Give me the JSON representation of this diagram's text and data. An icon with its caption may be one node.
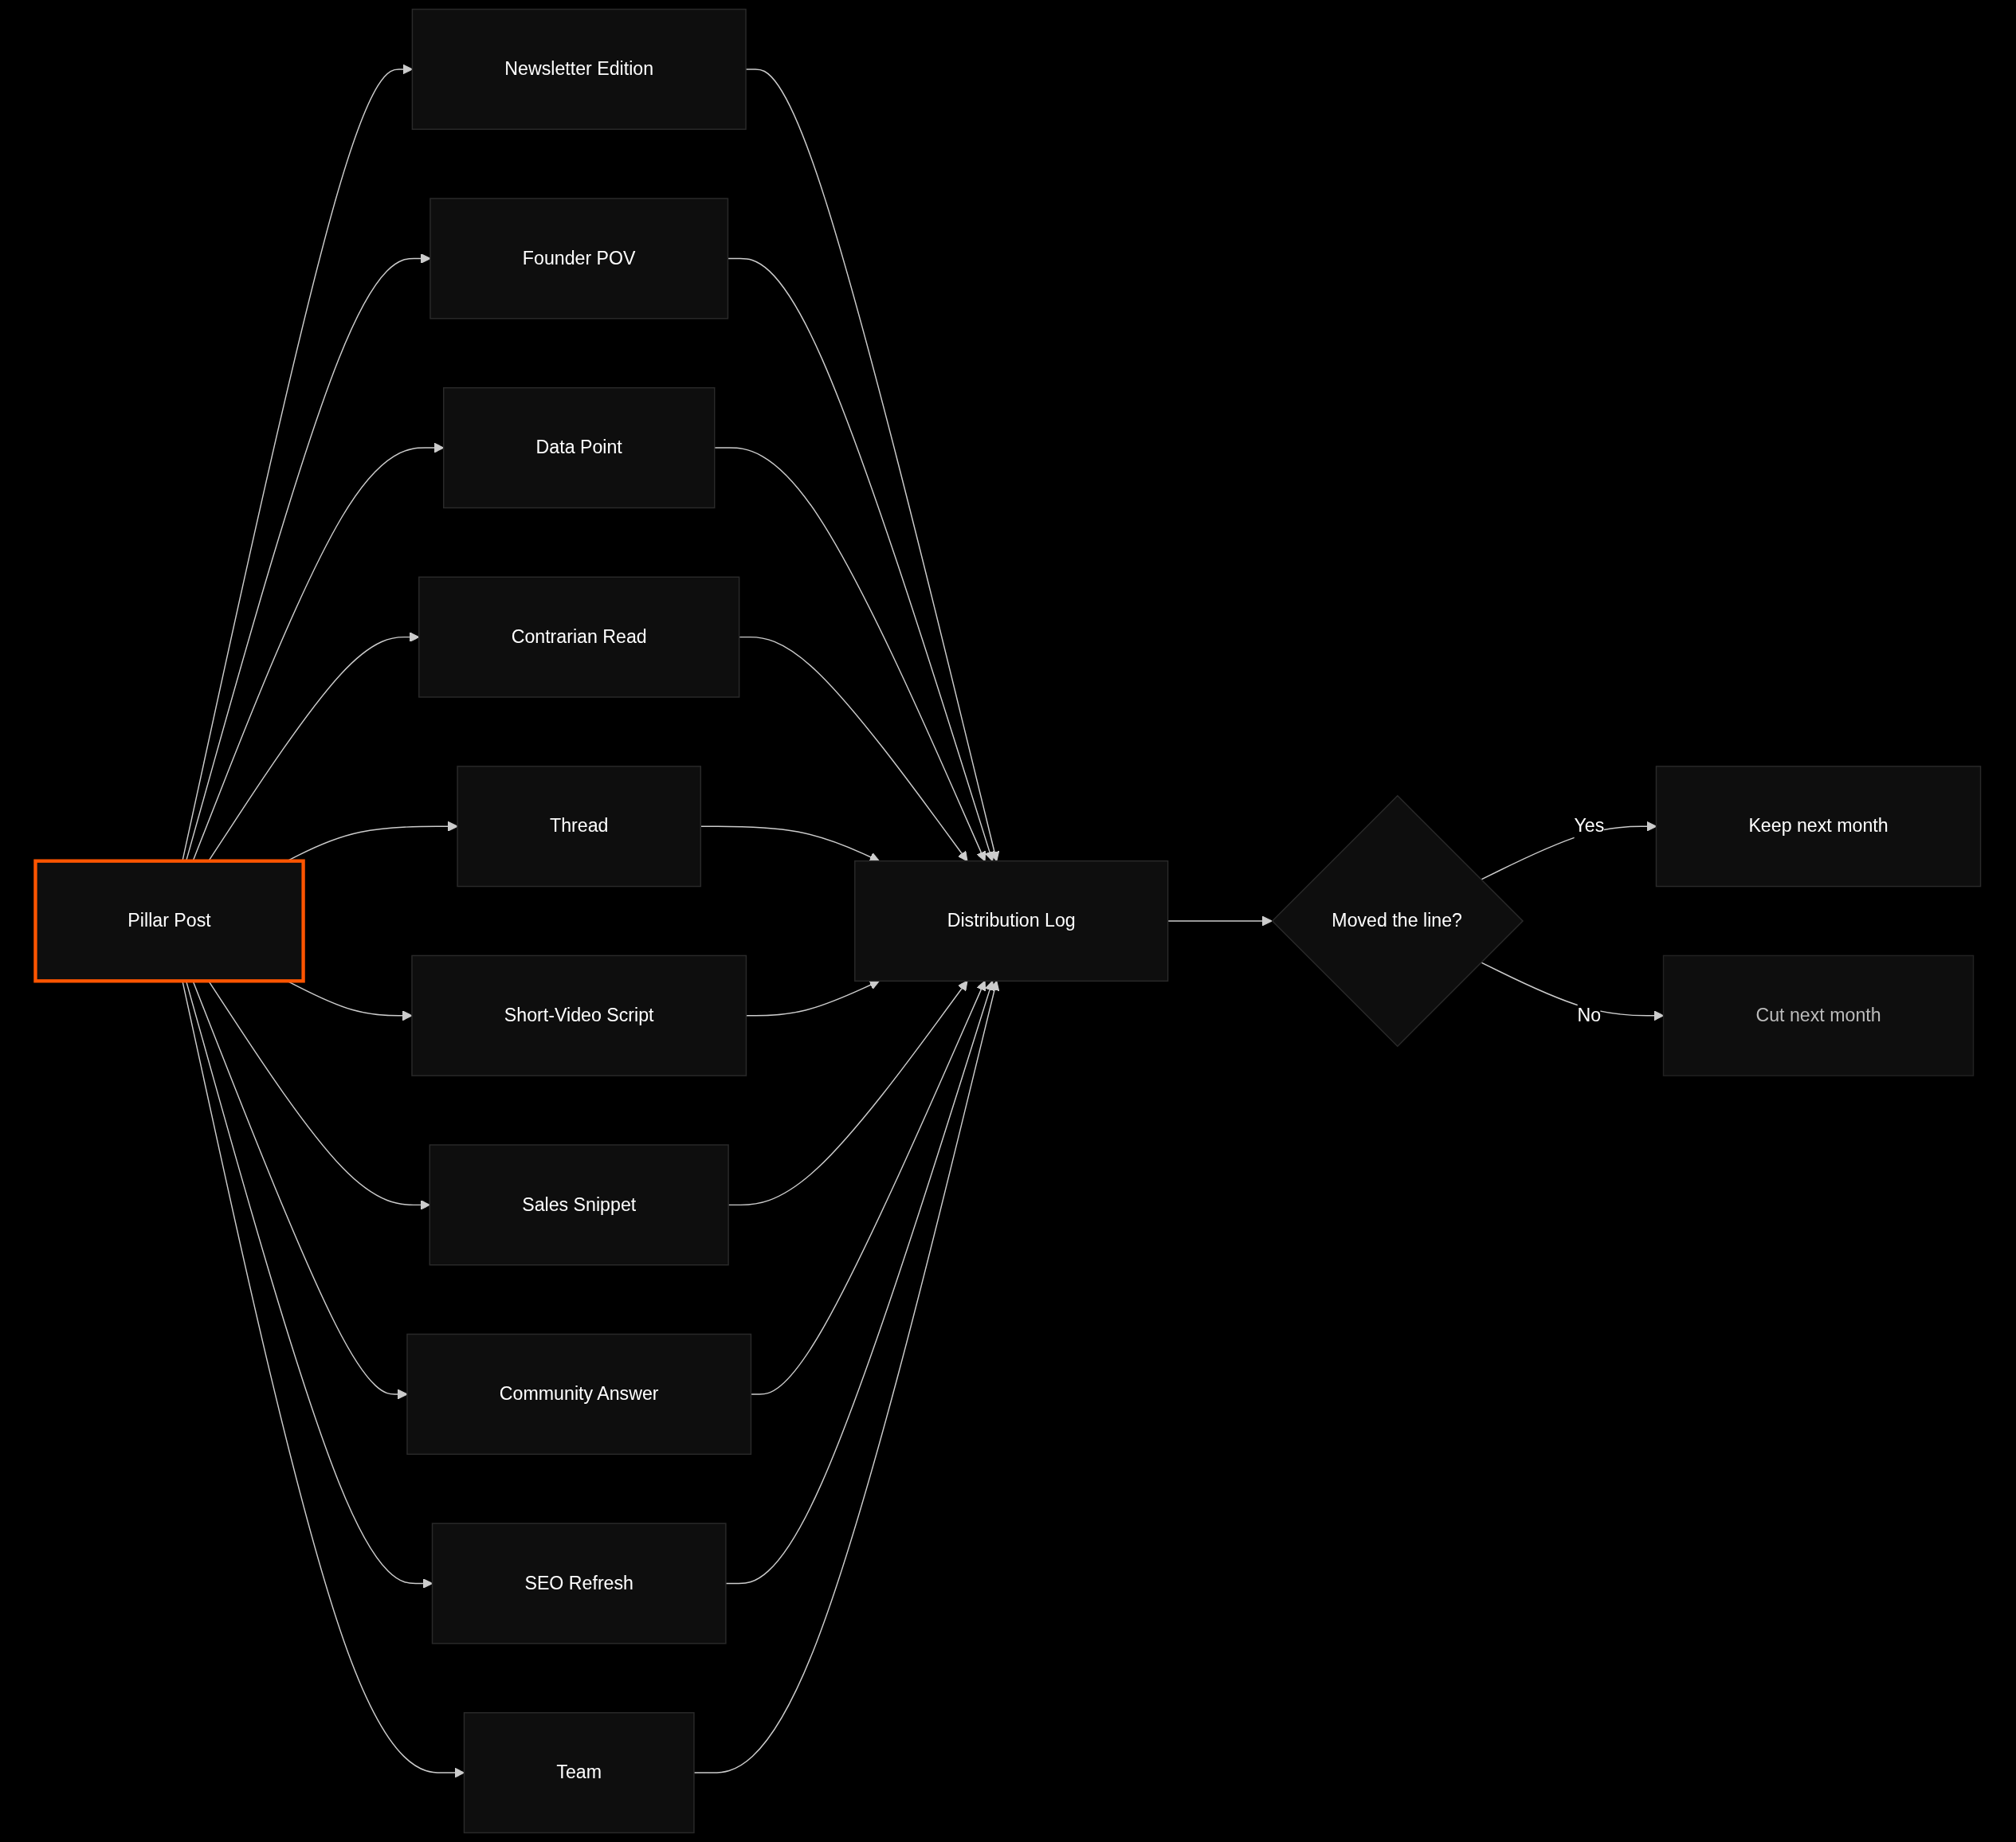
{
  "diagram": {
    "nodes": [
      {
        "text": [
          "Pillar Post"
        ]
      },
      {
        "text": [
          "Newsletter Edition"
        ]
      },
      {
        "text": [
          "Founder POV"
        ]
      },
      {
        "text": [
          "Data Point"
        ]
      },
      {
        "text": [
          "Contrarian Read"
        ]
      },
      {
        "text": [
          "Thread"
        ]
      },
      {
        "text": [
          "Short-Video Script"
        ]
      },
      {
        "text": [
          "Sales Snippet"
        ]
      },
      {
        "text": [
          "Community Answer"
        ]
      },
      {
        "text": [
          "SEO Refresh"
        ]
      },
      {
        "text": [
          "Team"
        ]
      },
      {
        "text": [
          "Distribution Log"
        ]
      },
      {
        "text": [
          "Moved the line?"
        ]
      },
      {
        "text": [
          "Keep next month"
        ]
      },
      {
        "text": [
          "Cut next month"
        ]
      }
    ],
    "edges": [
      {
        "from": 0,
        "to": 1,
        "arrow": "to"
      },
      {
        "from": 0,
        "to": 2,
        "arrow": "to"
      },
      {
        "from": 0,
        "to": 3,
        "arrow": "to"
      },
      {
        "from": 0,
        "to": 4,
        "arrow": "to"
      },
      {
        "from": 0,
        "to": 5,
        "arrow": "to"
      },
      {
        "from": 0,
        "to": 6,
        "arrow": "to"
      },
      {
        "from": 0,
        "to": 7,
        "arrow": "to"
      },
      {
        "from": 0,
        "to": 8,
        "arrow": "to"
      },
      {
        "from": 0,
        "to": 9,
        "arrow": "to"
      },
      {
        "from": 0,
        "to": 10,
        "arrow": "to"
      },
      {
        "from": 1,
        "to": 11,
        "arrow": "to"
      },
      {
        "from": 2,
        "to": 11,
        "arrow": "to"
      },
      {
        "from": 3,
        "to": 11,
        "arrow": "to"
      },
      {
        "from": 4,
        "to": 11,
        "arrow": "to"
      },
      {
        "from": 5,
        "to": 11,
        "arrow": "to"
      },
      {
        "from": 6,
        "to": 11,
        "arrow": "to"
      },
      {
        "from": 7,
        "to": 11,
        "arrow": "to"
      },
      {
        "from": 8,
        "to": 11,
        "arrow": "to"
      },
      {
        "from": 9,
        "to": 11,
        "arrow": "to"
      },
      {
        "from": 10,
        "to": 11,
        "arrow": "to"
      },
      {
        "from": 11,
        "to": 12,
        "arrow": "to"
      },
      {
        "from": 12,
        "to": 13,
        "label": "Yes",
        "arrow": "to"
      },
      {
        "from": 12,
        "to": 14,
        "label": "No",
        "arrow": "to"
      }
    ]
  }
}
